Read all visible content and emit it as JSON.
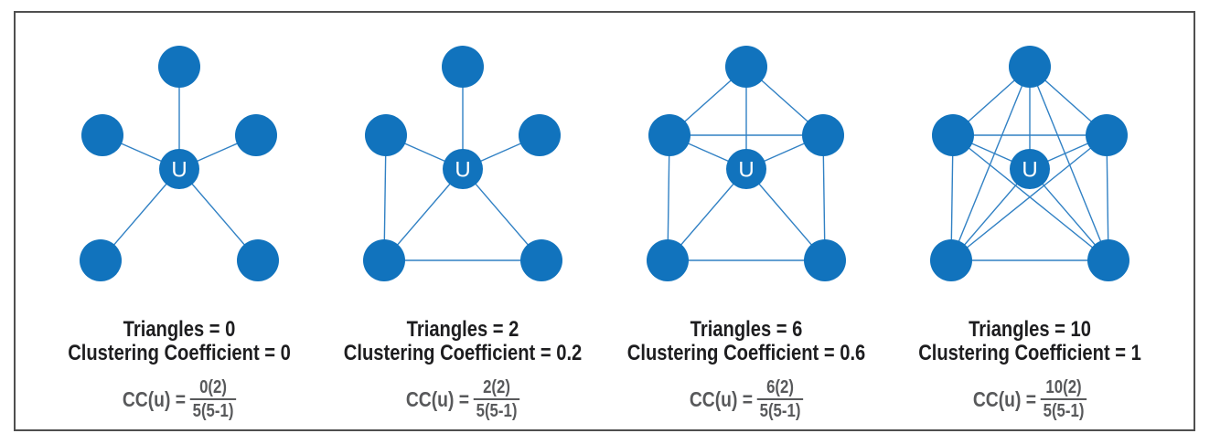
{
  "figure": {
    "colors": {
      "node": "#1173BD",
      "edge": "#3181C4",
      "caption_text": "#1d1d1f",
      "formula_text": "#58595b",
      "frame_border": "#4f4f4f",
      "node_label": "#ffffff"
    },
    "center_label": "U",
    "hub_edges": [
      "T",
      "UL",
      "UR",
      "BL",
      "BR"
    ],
    "panels": [
      {
        "triangles_label": "Triangles = 0",
        "cc_label": "Clustering Coefficient = 0",
        "formula": {
          "lhs": "CC(u) =",
          "numerator": "0(2)",
          "denominator": "5(5-1)"
        },
        "peripheral_edges": []
      },
      {
        "triangles_label": "Triangles = 2",
        "cc_label": "Clustering Coefficient = 0.2",
        "formula": {
          "lhs": "CC(u) =",
          "numerator": "2(2)",
          "denominator": "5(5-1)"
        },
        "peripheral_edges": [
          [
            "UL",
            "BL"
          ],
          [
            "BL",
            "BR"
          ]
        ]
      },
      {
        "triangles_label": "Triangles = 6",
        "cc_label": "Clustering Coefficient = 0.6",
        "formula": {
          "lhs": "CC(u) =",
          "numerator": "6(2)",
          "denominator": "5(5-1)"
        },
        "peripheral_edges": [
          [
            "T",
            "UL"
          ],
          [
            "T",
            "UR"
          ],
          [
            "UL",
            "UR"
          ],
          [
            "UL",
            "BL"
          ],
          [
            "UR",
            "BR"
          ],
          [
            "BL",
            "BR"
          ]
        ]
      },
      {
        "triangles_label": "Triangles = 10",
        "cc_label": "Clustering Coefficient = 1",
        "formula": {
          "lhs": "CC(u) =",
          "numerator": "10(2)",
          "denominator": "5(5-1)"
        },
        "peripheral_edges": [
          [
            "T",
            "UL"
          ],
          [
            "T",
            "UR"
          ],
          [
            "T",
            "BL"
          ],
          [
            "T",
            "BR"
          ],
          [
            "UL",
            "UR"
          ],
          [
            "UL",
            "BL"
          ],
          [
            "UL",
            "BR"
          ],
          [
            "UR",
            "BL"
          ],
          [
            "UR",
            "BR"
          ],
          [
            "BL",
            "BR"
          ]
        ]
      }
    ]
  }
}
